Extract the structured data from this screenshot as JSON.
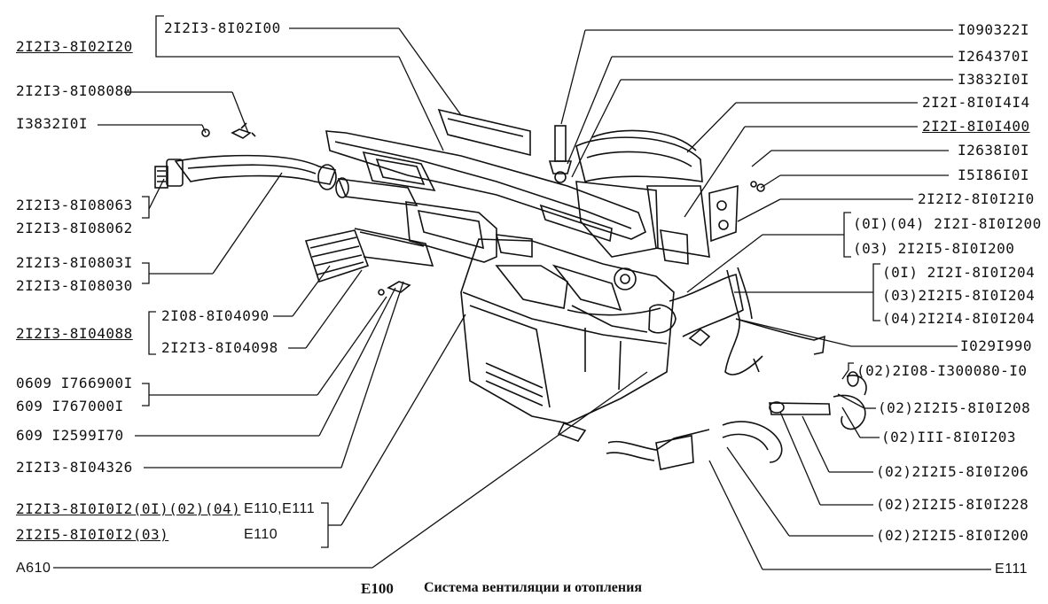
{
  "footer": {
    "sheet_id": "A610",
    "group_code": "E100",
    "title": "Система вентиляции и отопления",
    "model_right": "E111"
  },
  "left_labels": [
    {
      "id": "l1",
      "text": "2I2I3-8I02I20"
    },
    {
      "id": "l2",
      "text": "2I2I3-8I08080"
    },
    {
      "id": "l3",
      "text": "I3832I0I"
    },
    {
      "id": "l4",
      "text": "2I2I3-8I08063"
    },
    {
      "id": "l5",
      "text": "2I2I3-8I08062"
    },
    {
      "id": "l6",
      "text": "2I2I3-8I0803I"
    },
    {
      "id": "l7",
      "text": "2I2I3-8I08030"
    },
    {
      "id": "l8",
      "text": "2I2I3-8I04088"
    },
    {
      "id": "l9",
      "text": "0609 I766900I"
    },
    {
      "id": "l10",
      "text": "609  I767000I"
    },
    {
      "id": "l11",
      "text": "609 I2599I70"
    },
    {
      "id": "l12",
      "text": "2I2I3-8I04326"
    },
    {
      "id": "l13",
      "text": "2I2I3-8I0I0I2(0I)(02)(04)"
    },
    {
      "id": "l13m",
      "text": "E110,E111"
    },
    {
      "id": "l14",
      "text": "2I2I5-8I0I0I2(03)"
    },
    {
      "id": "l14m",
      "text": "E110"
    }
  ],
  "center_labels": [
    {
      "id": "c1",
      "text": "2I2I3-8I02I00"
    },
    {
      "id": "c2",
      "text": "2I08-8I04090"
    },
    {
      "id": "c3",
      "text": "2I2I3-8I04098"
    }
  ],
  "right_labels": [
    {
      "id": "r1",
      "text": "I090322I"
    },
    {
      "id": "r2",
      "text": "I264370I"
    },
    {
      "id": "r3",
      "text": "I3832I0I"
    },
    {
      "id": "r4",
      "text": "2I2I-8I0I4I4"
    },
    {
      "id": "r5",
      "text": "2I2I-8I0I400"
    },
    {
      "id": "r6",
      "text": "I2638I0I"
    },
    {
      "id": "r7",
      "text": "I5I86I0I"
    },
    {
      "id": "r8",
      "text": "2I2I2-8I0I2I0"
    },
    {
      "id": "r9",
      "text": "(0I)(04) 2I2I-8I0I200"
    },
    {
      "id": "r10",
      "text": "(03)     2I2I5-8I0I200"
    },
    {
      "id": "r11",
      "text": "(0I) 2I2I-8I0I204"
    },
    {
      "id": "r12",
      "text": "(03)2I2I5-8I0I204"
    },
    {
      "id": "r13",
      "text": "(04)2I2I4-8I0I204"
    },
    {
      "id": "r14",
      "text": "I029I990"
    },
    {
      "id": "r15",
      "text": "(02)2I08-I300080-I0"
    },
    {
      "id": "r16",
      "text": "(02)2I2I5-8I0I208"
    },
    {
      "id": "r17",
      "text": "(02)III-8I0I203"
    },
    {
      "id": "r18",
      "text": "(02)2I2I5-8I0I206"
    },
    {
      "id": "r19",
      "text": "(02)2I2I5-8I0I228"
    },
    {
      "id": "r20",
      "text": "(02)2I2I5-8I0I200"
    }
  ]
}
